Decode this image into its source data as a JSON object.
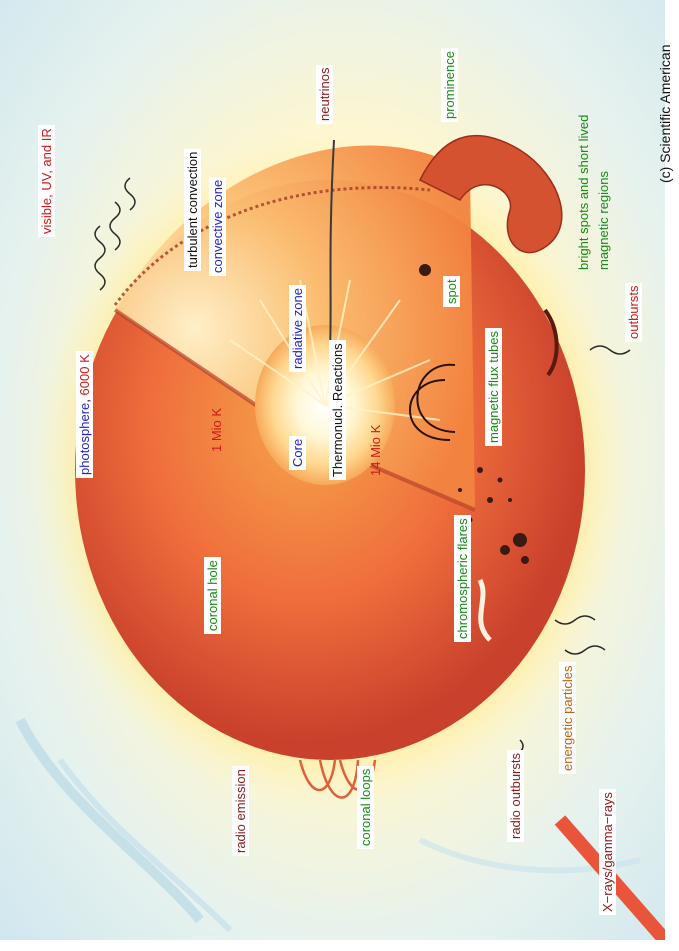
{
  "labels": {
    "visible_uv_ir": "visible, UV, and IR",
    "turbulent_convection": "turbulent convection",
    "convective_zone": "convective zone",
    "neutrinos": "neutrinos",
    "prominence": "prominence",
    "photosphere_word": "photosphere",
    "photosphere_comma": ",",
    "photosphere_temp": "6000 K",
    "radiative_zone": "radiative zone",
    "spot": "spot",
    "bright_spots_line1": "bright spots and short lived",
    "bright_spots_line2": "magnetic regions",
    "outbursts": "outbursts",
    "mio_1": "1 Mio K",
    "core": "Core",
    "thermonuclear_reactions": "Thermonucl. Reactions",
    "mio_14": "14 Mio K",
    "magnetic_flux_tubes": "magnetic flux tubes",
    "chromospheric_flares": "chromospheric flares",
    "coronal_hole": "coronal hole",
    "energetic_particles": "energetic particles",
    "coronal_loops": "coronal loops",
    "radio_outbursts": "radio outbursts",
    "radio_emission": "radio emission",
    "xrays_gamma": "X−rays/gamma−rays",
    "credit": "(c) Scientific American"
  },
  "colors": {
    "background_sky": "#d7ecf2",
    "corona_glow": "#fff1a6",
    "sun_body": "#e8553a",
    "core_white": "#fffdf0",
    "label_red": "#cc1a1a",
    "label_blue": "#1f1fcf",
    "label_green": "#178a17",
    "label_orange": "#c2620c"
  }
}
